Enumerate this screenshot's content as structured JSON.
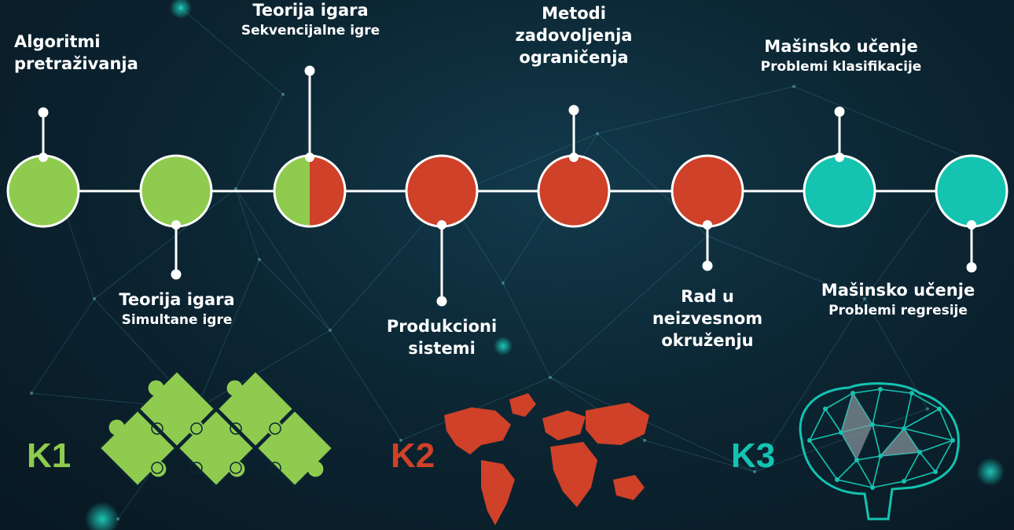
{
  "colors": {
    "k1": "#8fcb4f",
    "k2": "#cf4128",
    "k3": "#14c3b0",
    "line": "#ffffff",
    "text": "#ffffff"
  },
  "nodes": [
    {
      "id": "algoritmi",
      "color": "k1",
      "title_lines": [
        "Algoritmi",
        "pretraživanja"
      ],
      "subtitle": "",
      "label_pos": "top"
    },
    {
      "id": "teorija-simultane",
      "color": "k1",
      "title_lines": [
        "Teorija igara"
      ],
      "subtitle": "Simultane igre",
      "label_pos": "bottom"
    },
    {
      "id": "teorija-sekvencijalne",
      "color": "k1+k2",
      "title_lines": [
        "Teorija igara"
      ],
      "subtitle": "Sekvencijalne igre",
      "label_pos": "top"
    },
    {
      "id": "produkcioni",
      "color": "k2",
      "title_lines": [
        "Produkcioni",
        "sistemi"
      ],
      "subtitle": "",
      "label_pos": "bottom"
    },
    {
      "id": "metodi",
      "color": "k2",
      "title_lines": [
        "Metodi",
        "zadovoljenja",
        "ograničenja"
      ],
      "subtitle": "",
      "label_pos": "top"
    },
    {
      "id": "rad",
      "color": "k2",
      "title_lines": [
        "Rad u",
        "neizvesnom",
        "okruženju"
      ],
      "subtitle": "",
      "label_pos": "bottom"
    },
    {
      "id": "ml-klasifikacija",
      "color": "k3",
      "title_lines": [
        "Mašinsko učenje"
      ],
      "subtitle": "Problemi klasifikacije",
      "label_pos": "top"
    },
    {
      "id": "ml-regresija",
      "color": "k3",
      "title_lines": [
        "Mašinsko učenje"
      ],
      "subtitle": "Problemi regresije",
      "label_pos": "bottom"
    }
  ],
  "categories": [
    {
      "label": "K1",
      "color": "k1",
      "icon": "puzzle-icon"
    },
    {
      "label": "K2",
      "color": "k2",
      "icon": "world-map-icon"
    },
    {
      "label": "K3",
      "color": "k3",
      "icon": "brain-network-icon"
    }
  ]
}
